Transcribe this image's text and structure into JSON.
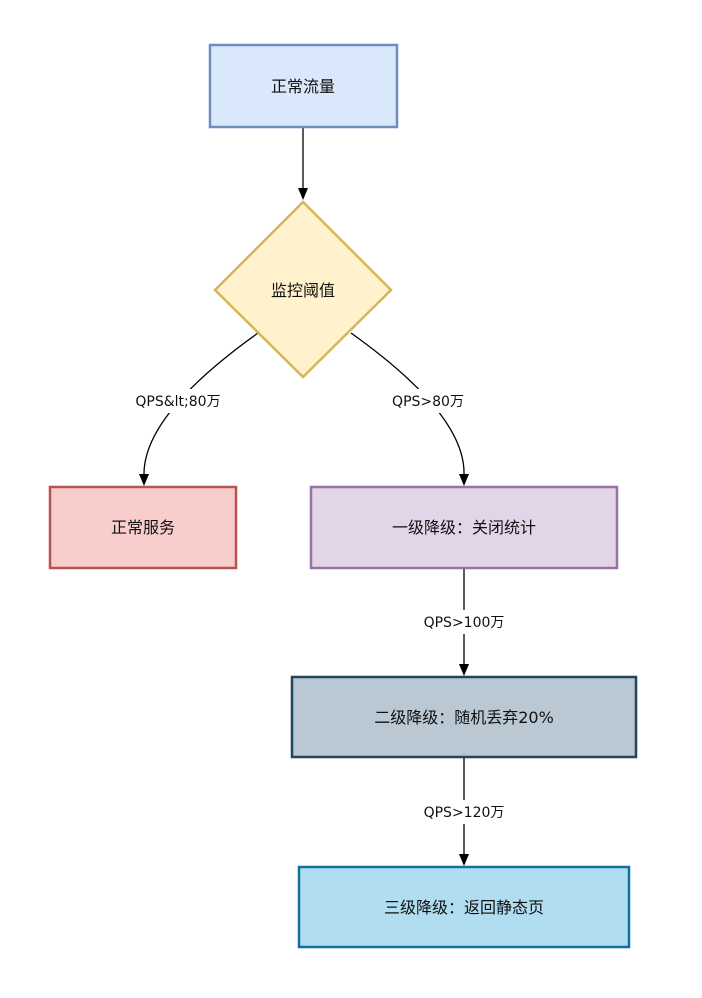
{
  "diagram": {
    "nodes": {
      "normal_traffic": {
        "label": "正常流量",
        "fill": "#dae8fc",
        "stroke": "#6c8ebf"
      },
      "monitor_threshold": {
        "label": "监控阈值",
        "fill": "#fff2cc",
        "stroke": "#d6b656"
      },
      "normal_service": {
        "label": "正常服务",
        "fill": "#f8cecc",
        "stroke": "#b85450"
      },
      "level1": {
        "label": "一级降级：关闭统计",
        "fill": "#e1d5e7",
        "stroke": "#9673a6"
      },
      "level2": {
        "label": "二级降级：随机丢弃20%",
        "fill": "#bac8d3",
        "stroke": "#23445d"
      },
      "level3": {
        "label": "三级降级：返回静态页",
        "fill": "#b1ddf0",
        "stroke": "#10739e"
      }
    },
    "edges": {
      "traffic_to_monitor": {
        "label": ""
      },
      "monitor_to_normal": {
        "label": "QPS&lt;80万"
      },
      "monitor_to_level1": {
        "label": "QPS>80万"
      },
      "level1_to_level2": {
        "label": "QPS>100万"
      },
      "level2_to_level3": {
        "label": "QPS>120万"
      }
    }
  }
}
